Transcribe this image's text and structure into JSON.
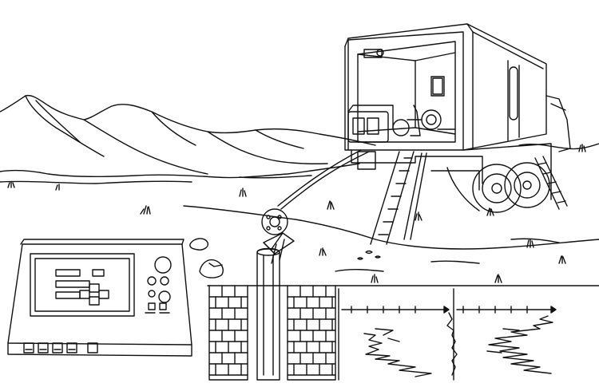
{
  "illustration": {
    "colors": {
      "line": "#111111",
      "paper": "#ffffff"
    },
    "icons": [
      "mountain-range",
      "logging-truck",
      "ladder",
      "cable-pulley",
      "borehole",
      "control-panel",
      "log-curves"
    ]
  }
}
